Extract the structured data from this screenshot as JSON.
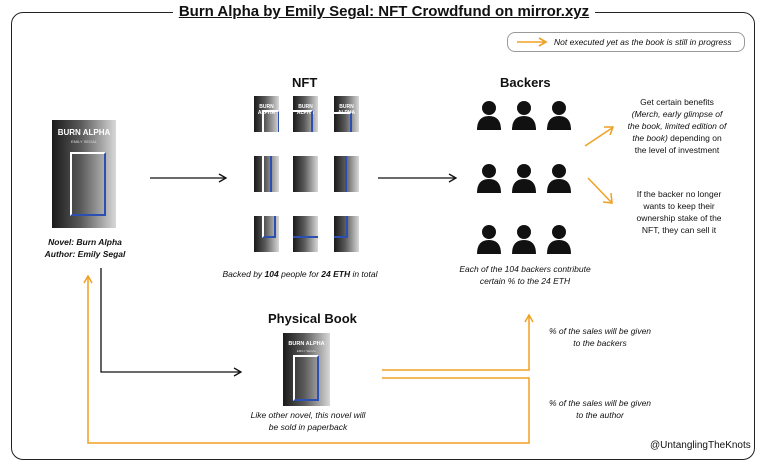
{
  "title": "Burn Alpha by Emily Segal: NFT Crowdfund on mirror.xyz",
  "legend": {
    "text": "Not executed yet as the book is still in progress",
    "color": "#f0a020"
  },
  "novel": {
    "cover_title": "BURN ALPHA",
    "cover_subtitle": "EMILY SEGAL",
    "caption_line1": "Novel: Burn Alpha",
    "caption_line2": "Author: Emily Segal"
  },
  "nft": {
    "header": "NFT",
    "tile_title": "BURN ALPHA",
    "caption_prefix": "Backed by ",
    "caption_count": "104",
    "caption_mid": " people for ",
    "caption_amount": "24 ETH",
    "caption_suffix": " in total"
  },
  "backers": {
    "header": "Backers",
    "caption_line1": "Each of the 104 backers contribute",
    "caption_line2": "certain % to the 24 ETH",
    "benefit_line1": "Get certain benefits",
    "benefit_line2": "(Merch, early glimpse of",
    "benefit_line3": "the book, limited edition of",
    "benefit_line4": "the book)",
    "benefit_line4_rest": " depending on",
    "benefit_line5": "the level of investment",
    "sell_line1": "If the backer no longer",
    "sell_line2": "wants to keep their",
    "sell_line3": "ownership stake of the",
    "sell_line4": "NFT, they can sell it"
  },
  "physical": {
    "header": "Physical Book",
    "cover_title": "BURN ALPHA",
    "cover_subtitle": "EMILY SEGAL",
    "caption_line1": "Like other novel, this novel will",
    "caption_line2": "be sold in paperback"
  },
  "sales_backers": {
    "line1": "% of the sales will be given",
    "line2": "to the backers"
  },
  "sales_author": {
    "line1": "% of the sales will be given",
    "line2": "to the author"
  },
  "handle": "@UntanglingTheKnots",
  "colors": {
    "orange": "#f0a020",
    "blue": "#2b4fb3",
    "black": "#111111"
  }
}
